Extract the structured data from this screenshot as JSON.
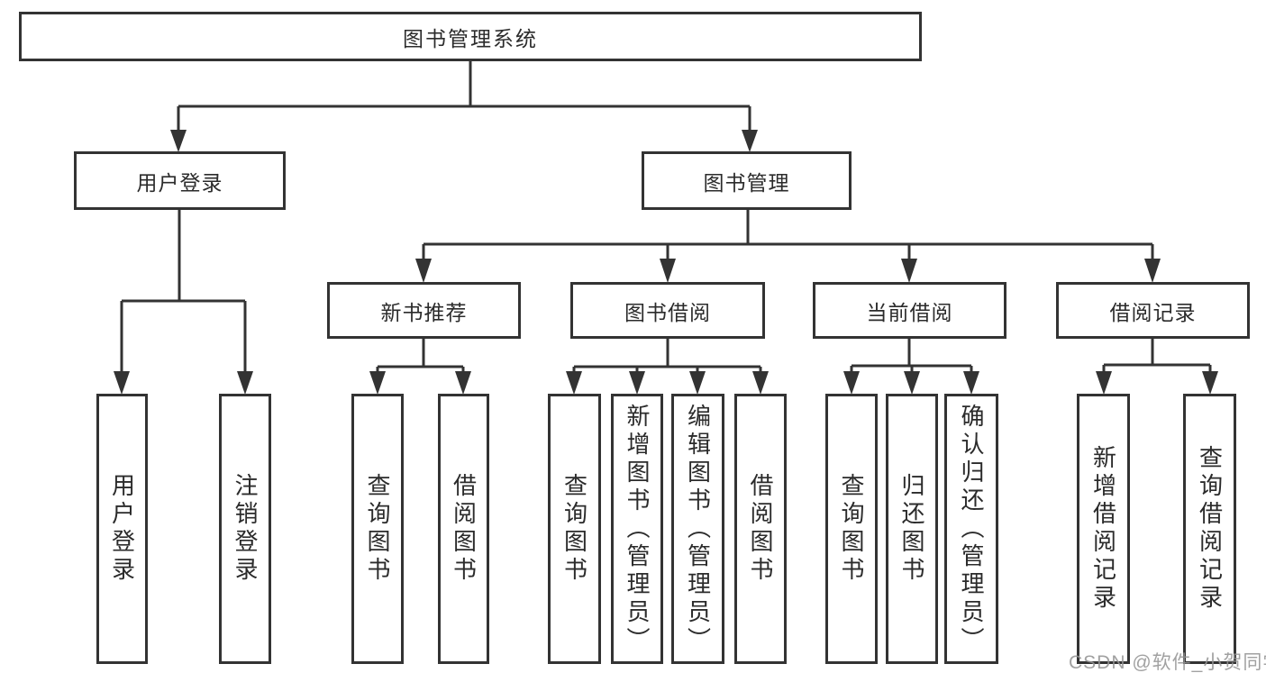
{
  "diagram": {
    "root": {
      "label": "图书管理系统"
    },
    "level2": [
      {
        "label": "用户登录",
        "children": [
          {
            "label": "用户登录"
          },
          {
            "label": "注销登录"
          }
        ]
      },
      {
        "label": "图书管理",
        "children": [
          {
            "label": "新书推荐",
            "children": [
              {
                "label": "查询图书"
              },
              {
                "label": "借阅图书"
              }
            ]
          },
          {
            "label": "图书借阅",
            "children": [
              {
                "label": "查询图书"
              },
              {
                "label": "新增图书（管理员）"
              },
              {
                "label": "编辑图书（管理员）"
              },
              {
                "label": "借阅图书"
              }
            ]
          },
          {
            "label": "当前借阅",
            "children": [
              {
                "label": "查询图书"
              },
              {
                "label": "归还图书"
              },
              {
                "label": "确认归还（管理员）"
              }
            ]
          },
          {
            "label": "借阅记录",
            "children": [
              {
                "label": "新增借阅记录"
              },
              {
                "label": "查询借阅记录"
              }
            ]
          }
        ]
      }
    ]
  },
  "watermark": {
    "text": "CSDN @软件_小贺同学"
  },
  "colors": {
    "line": "#333333",
    "text": "#2b2b2b",
    "background": "#ffffff",
    "watermark": "#949494"
  }
}
